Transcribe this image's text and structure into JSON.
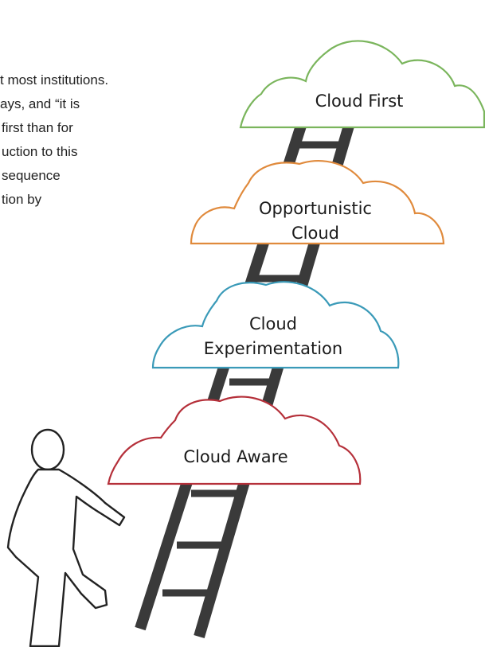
{
  "text_fragment": [
    "t most institutions.",
    "ays, and “it is",
    "first than for",
    "uction to this",
    " sequence",
    "tion by"
  ],
  "clouds": [
    {
      "lines": [
        "Cloud First"
      ],
      "color": "#7ab55c"
    },
    {
      "lines": [
        "Opportunistic",
        "Cloud"
      ],
      "color": "#e08a3c"
    },
    {
      "lines": [
        "Cloud",
        "Experimentation"
      ],
      "color": "#3a9ab8"
    },
    {
      "lines": [
        "Cloud Aware"
      ],
      "color": "#b5303a"
    }
  ],
  "ladder_color": "#3a3a3a",
  "person_icon": "walking-person-icon"
}
